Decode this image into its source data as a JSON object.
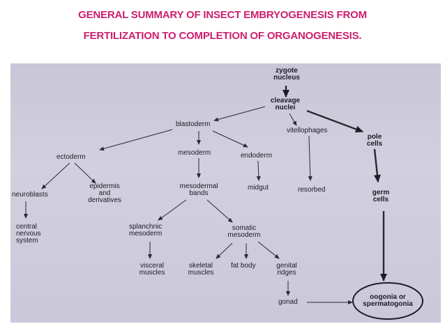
{
  "title": {
    "line1": "GENERAL SUMMARY OF INSECT EMBRYOGENESIS FROM",
    "line2": "FERTILIZATION TO COMPLETION OF ORGANOGENESIS."
  },
  "colors": {
    "title": "#cc1f6e",
    "photo_background": "#cbc8da",
    "ink": "#1d1b24"
  },
  "nodes": {
    "zygote_nucleus": "zygote\nnucleus",
    "cleavage_nuclei": "cleavage\nnuclei",
    "blastoderm": "blastoderm",
    "vitellophages": "vitellophages",
    "pole_cells": "pole\ncells",
    "ectoderm": "ectoderm",
    "mesoderm": "mesoderm",
    "endoderm": "endoderm",
    "neuroblasts": "neuroblasts",
    "epidermis": "epidermis\nand\nderivatives",
    "mesodermal_bands": "mesodermal\nbands",
    "midgut": "midgut",
    "resorbed": "resorbed",
    "germ_cells": "germ\ncells",
    "central_nervous_system": "central\nnervous\nsystem",
    "splanchnic_mesoderm": "splanchnic\nmesoderm",
    "somatic_mesoderm": "somatic\nmesoderm",
    "visceral_muscles": "visceral\nmuscles",
    "skeletal_muscles": "skeletal\nmuscles",
    "fat_body": "fat body",
    "genital_ridges": "genital\nridges",
    "gonad": "gonad",
    "oogonia": "oogonia or\nspermatogonia"
  }
}
